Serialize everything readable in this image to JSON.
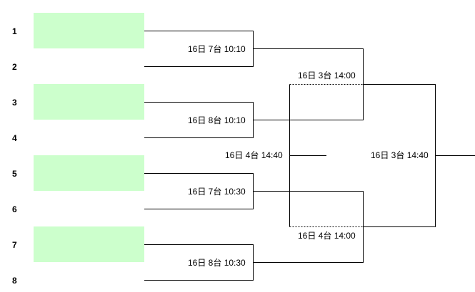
{
  "seeds": [
    "1",
    "2",
    "3",
    "4",
    "5",
    "6",
    "7",
    "8"
  ],
  "matches": {
    "r1_m1": "16日 7台 10:10",
    "r1_m2": "16日 8台 10:10",
    "r1_m3": "16日 7台 10:30",
    "r1_m4": "16日 8台 10:30",
    "sf_top": "16日 3台 14:00",
    "sf_bottom": "16日 4台 14:00",
    "third_place": "16日 4台 14:40",
    "final": "16日 3台 14:40"
  },
  "colors": {
    "entry_box": "#ccffcc",
    "line": "#000000"
  }
}
